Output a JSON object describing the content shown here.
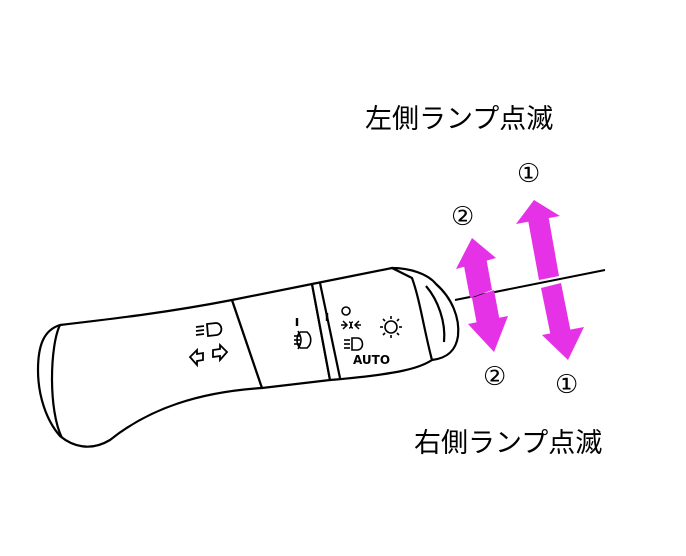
{
  "labels": {
    "left_blink": "左側ランプ点滅",
    "right_blink": "右側ランプ点滅",
    "pos1_up": "①",
    "pos2_up": "②",
    "pos1_down": "①",
    "pos2_down": "②",
    "auto": "AUTO"
  },
  "colors": {
    "arrow": "#e632e6",
    "outline": "#000000",
    "fill": "#ffffff"
  },
  "icons": [
    "high-beam-icon",
    "turn-signal-arrows-icon",
    "rear-fog-lamp-icon",
    "parking-lamp-icon",
    "headlamp-icon",
    "auto-light-sun-icon"
  ]
}
